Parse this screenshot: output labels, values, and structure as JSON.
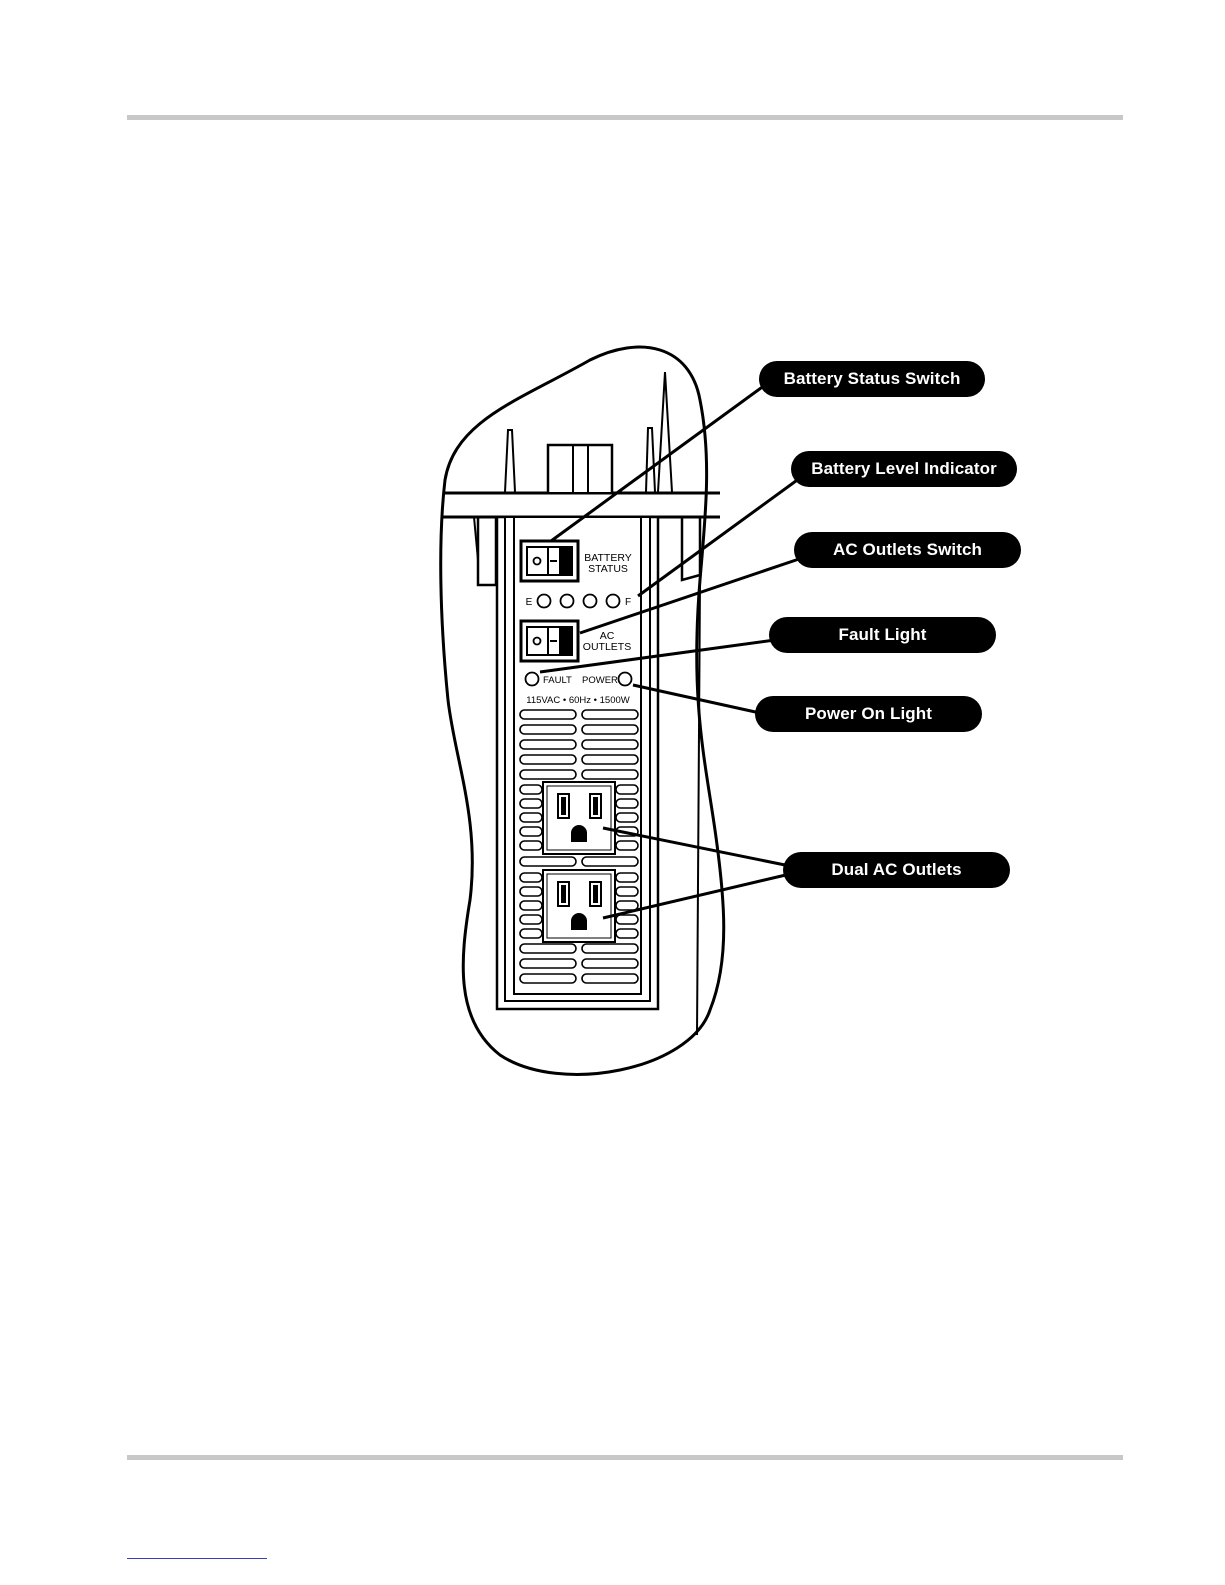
{
  "callouts": {
    "battery_status_switch": "Battery Status Switch",
    "battery_level_indicator": "Battery Level Indicator",
    "ac_outlets_switch": "AC Outlets Switch",
    "fault_light": "Fault Light",
    "power_on_light": "Power On Light",
    "dual_ac_outlets": "Dual AC Outlets"
  },
  "panel": {
    "battery_status_label_line1": "BATTERY",
    "battery_status_label_line2": "STATUS",
    "level_empty": "E",
    "level_full": "F",
    "ac_outlets_label_line1": "AC",
    "ac_outlets_label_line2": "OUTLETS",
    "fault_label": "FAULT",
    "power_label": "POWER",
    "rating": "115VAC • 60Hz • 1500W"
  },
  "colors": {
    "rule": "#c8c8c8",
    "ink": "#000000",
    "footer_link": "#3d3db8"
  }
}
